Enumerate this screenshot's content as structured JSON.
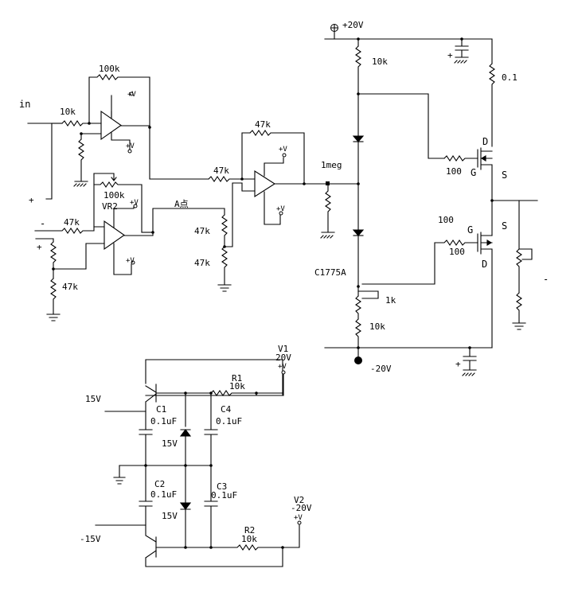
{
  "labels": {
    "in": "in",
    "r_in": "10k",
    "r_fb1": "100k",
    "v_opa1_top": "+V",
    "v_opa1_bot": "+V",
    "r_vr2": "100k",
    "vr2": "VR2",
    "minus_in": "-",
    "r_47k_a": "47k",
    "plus_in1": "+",
    "plus_in2": "+",
    "r_47k_b": "47k",
    "v_opa2_top": "+V",
    "v_opa2_bot": "+V",
    "point_a": "A点",
    "r_47k_c": "47k",
    "r_47k_d": "47k",
    "r_fb3": "47k",
    "r_47k_e": "47k",
    "v_opa3_top": "+V",
    "v_opa3_bot": "+V",
    "r_1meg": "1meg",
    "supply_pos": "+20V",
    "r_10k_top": "10k",
    "r_01": "0.1",
    "cap_plus_top": "+",
    "d_top": "D",
    "g_top": "G",
    "s_top": "S",
    "r_gate_top": "100",
    "r_100_label": "100",
    "g_bot": "G",
    "s_bot": "S",
    "r_gate_bot": "100",
    "d_bot": "D",
    "transistor": "C1775A",
    "r_1k": "1k",
    "r_10k_bot": "10k",
    "cap_plus_bot": "+",
    "supply_neg": "-20V",
    "minus_out": "-",
    "v1_name": "V1",
    "v1_val": "20V",
    "v1_pin": "+V",
    "r1_name": "R1",
    "r1_val": "10k",
    "in_15v": "15V",
    "c1_name": "C1",
    "c1_val": "0.1uF",
    "c4_name": "C4",
    "c4_val": "0.1uF",
    "z1": "15V",
    "c2_name": "C2",
    "c2_val": "0.1uF",
    "c3_name": "C3",
    "c3_val": "0.1uF",
    "z2": "15V",
    "v2_name": "V2",
    "v2_val": "-20V",
    "v2_pin": "+V",
    "in_m15v": "-15V",
    "r2_name": "R2",
    "r2_val": "10k"
  }
}
